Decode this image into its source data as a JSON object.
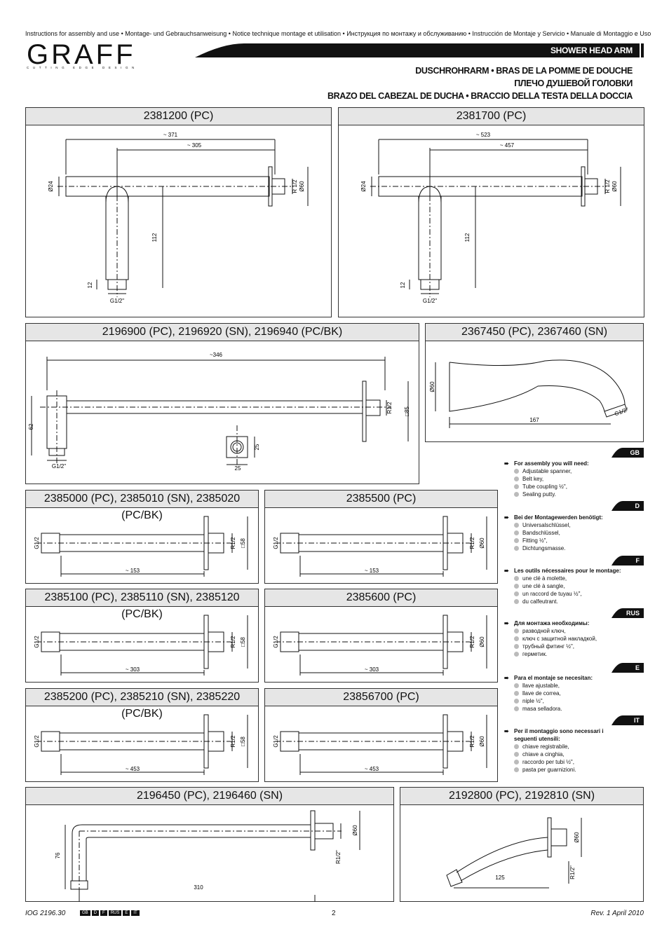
{
  "header": {
    "instructions_line": "Instructions for assembly and use • Montage- und Gebrauchsanweisung • Notice technique montage et utilisation • Инструкция по монтажу и обслуживанию • Instrucción de Montaje y Servicio • Manuale di Montaggio e Uso",
    "logo": "GRAFF",
    "logo_tagline": "CUTTING EDGE DESIGN",
    "section_title": "SHOWER HEAD ARM",
    "subtitles": [
      "DUSCHROHRARM • BRAS DE LA POMME DE DOUCHE",
      "ПЛЕЧО ДУШЕВОЙ ГОЛОВКИ",
      "BRAZO DEL CABEZAL DE DUCHA • BRACCIO DELLA TESTA DELLA DOCCIA"
    ]
  },
  "panels": {
    "p2381200": {
      "title": "2381200 (PC)",
      "dims": [
        "~ 371",
        "~ 305",
        "Ø24",
        "R 1/2",
        "Ø60",
        "112",
        "12",
        "G1/2\""
      ]
    },
    "p2381700": {
      "title": "2381700 (PC)",
      "dims": [
        "~ 523",
        "~ 457",
        "Ø24",
        "R 1/2",
        "Ø60",
        "112",
        "12",
        "G1/2\""
      ]
    },
    "p2196900": {
      "title": "2196900 (PC), 2196920 (SN), 2196940 (PC/BK)",
      "dims": [
        "~346",
        "62",
        "G1/2\"",
        "R1/2",
        "□85",
        "25",
        "25"
      ]
    },
    "p2367450": {
      "title": "2367450 (PC), 2367460 (SN)",
      "dims": [
        "Ø60",
        "167",
        "G1/2\""
      ]
    },
    "p2385000": {
      "title": "2385000 (PC), 2385010 (SN), 2385020 (PC/BK)",
      "dims": [
        "G1/2",
        "R1/2",
        "□58",
        "~ 153"
      ]
    },
    "p2385500": {
      "title": "2385500 (PC)",
      "dims": [
        "G1/2",
        "R1/2",
        "Ø60",
        "~ 153"
      ]
    },
    "p2385100": {
      "title": "2385100 (PC), 2385110 (SN), 2385120 (PC/BK)",
      "dims": [
        "G1/2",
        "R1/2",
        "□58",
        "~ 303"
      ]
    },
    "p2385600": {
      "title": "2385600 (PC)",
      "dims": [
        "G1/2",
        "R1/2",
        "Ø60",
        "~ 303"
      ]
    },
    "p2385200": {
      "title": "2385200 (PC), 2385210 (SN), 2385220 (PC/BK)",
      "dims": [
        "G1/2",
        "R1/2",
        "□58",
        "~ 453"
      ]
    },
    "p23856700": {
      "title": "23856700 (PC)",
      "dims": [
        "G1/2",
        "R1/2",
        "Ø60",
        "~ 453"
      ]
    },
    "p2196450": {
      "title": "2196450 (PC), 2196460 (SN)",
      "dims": [
        "76",
        "R1/2\"",
        "Ø60",
        "310"
      ]
    },
    "p2192800": {
      "title": "2192800 (PC), 2192810 (SN)",
      "dims": [
        "R1/2\"",
        "Ø60",
        "125"
      ]
    }
  },
  "tools": [
    {
      "lang": "GB",
      "heading": "For assembly you will need:",
      "items": [
        "Adjustable spanner,",
        "Belt key,",
        "Tube coupling ½\",",
        "Sealing putty."
      ]
    },
    {
      "lang": "D",
      "heading": "Bei der Montagewerden benötigt:",
      "items": [
        "Universalschlüssel,",
        "Bandschlüssel,",
        "Fitting ½\",",
        "Dichtungsmasse."
      ]
    },
    {
      "lang": "F",
      "heading": "Les outils nécessaires pour le montage:",
      "items": [
        "une clé à molette,",
        "une clé à sangle,",
        "un raccord de tuyau ½\",",
        "du calfeutrant."
      ]
    },
    {
      "lang": "RUS",
      "heading": "Для монтажа необходимы:",
      "items": [
        "разводной ключ,",
        "ключ с защитной накладкой,",
        "трубный фитинг ½\",",
        "герметик."
      ]
    },
    {
      "lang": "E",
      "heading": "Para el montaje se necesitan:",
      "items": [
        "llave ajustable,",
        "llave de correa,",
        "niple ½\",",
        "masa selladora."
      ]
    },
    {
      "lang": "IT",
      "heading": "Per il montaggio sono necessari i seguenti utensili:",
      "items": [
        "chiave registrabile,",
        "chiave a cinghia,",
        "raccordo per tubi ½\",",
        "pasta per guarnizioni."
      ]
    }
  ],
  "footer": {
    "doc_code": "IOG 2196.30",
    "lang_tags": [
      "GB",
      "D",
      "F",
      "RUS",
      "E",
      "IT"
    ],
    "page": "2",
    "revision": "Rev. 1 April 2010"
  }
}
